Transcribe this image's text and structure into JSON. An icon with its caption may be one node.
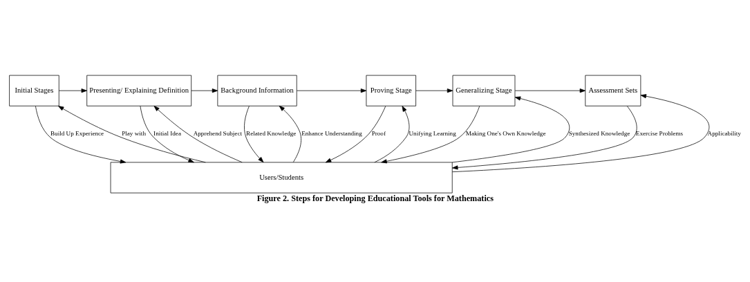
{
  "diagram": {
    "caption": "Figure 2. Steps for Developing Educational Tools for Mathematics",
    "nodes": [
      {
        "text": [
          "Initial Stages"
        ]
      },
      {
        "text": [
          "Presenting/ Explaining Definition"
        ]
      },
      {
        "text": [
          "Background Information"
        ]
      },
      {
        "text": [
          "Proving Stage"
        ]
      },
      {
        "text": [
          "Generalizing Stage"
        ]
      },
      {
        "text": [
          "Assessment Sets"
        ]
      },
      {
        "text": [
          "Users/Students"
        ]
      }
    ],
    "edges": [
      {
        "from": 0,
        "to": 1,
        "arrow": "to"
      },
      {
        "from": 1,
        "to": 2,
        "arrow": "to"
      },
      {
        "from": 2,
        "to": 3,
        "arrow": "to"
      },
      {
        "from": 3,
        "to": 4,
        "arrow": "to"
      },
      {
        "from": 4,
        "to": 5,
        "arrow": "to"
      },
      {
        "from": 6,
        "to": 0,
        "arrow": "to",
        "label": "Play with"
      },
      {
        "from": 0,
        "to": 6,
        "arrow": "to",
        "label": "Build Up Experience"
      },
      {
        "from": 6,
        "to": 1,
        "arrow": "to",
        "label": "Apprehend Subject"
      },
      {
        "from": 1,
        "to": 6,
        "arrow": "to",
        "label": "Initial Idea"
      },
      {
        "from": 6,
        "to": 2,
        "arrow": "to",
        "label": "Enhance Understanding"
      },
      {
        "from": 2,
        "to": 6,
        "arrow": "to",
        "label": "Related Knowledge"
      },
      {
        "from": 6,
        "to": 3,
        "arrow": "to",
        "label": "Unifying Learning"
      },
      {
        "from": 3,
        "to": 6,
        "arrow": "to",
        "label": "Proof"
      },
      {
        "from": 6,
        "to": 4,
        "arrow": "to",
        "label": "Synthesized Knowledge"
      },
      {
        "from": 4,
        "to": 6,
        "arrow": "to",
        "label": "Making One's Own Knowledge"
      },
      {
        "from": 6,
        "to": 5,
        "arrow": "to",
        "label": "Applicability"
      },
      {
        "from": 5,
        "to": 6,
        "arrow": "to",
        "label": "Exercise Problems"
      }
    ]
  }
}
